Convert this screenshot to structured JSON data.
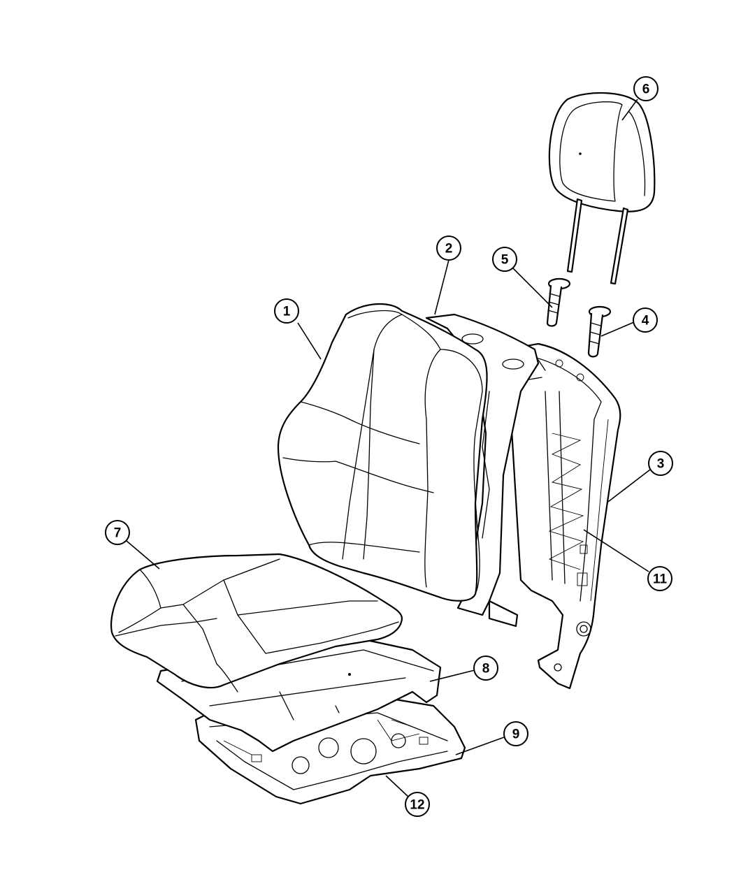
{
  "callouts": [
    {
      "id": "1",
      "label": "1"
    },
    {
      "id": "2",
      "label": "2"
    },
    {
      "id": "3",
      "label": "3"
    },
    {
      "id": "4",
      "label": "4"
    },
    {
      "id": "5",
      "label": "5"
    },
    {
      "id": "6",
      "label": "6"
    },
    {
      "id": "7",
      "label": "7"
    },
    {
      "id": "8",
      "label": "8"
    },
    {
      "id": "9",
      "label": "9"
    },
    {
      "id": "11",
      "label": "11"
    },
    {
      "id": "12",
      "label": "12"
    }
  ]
}
